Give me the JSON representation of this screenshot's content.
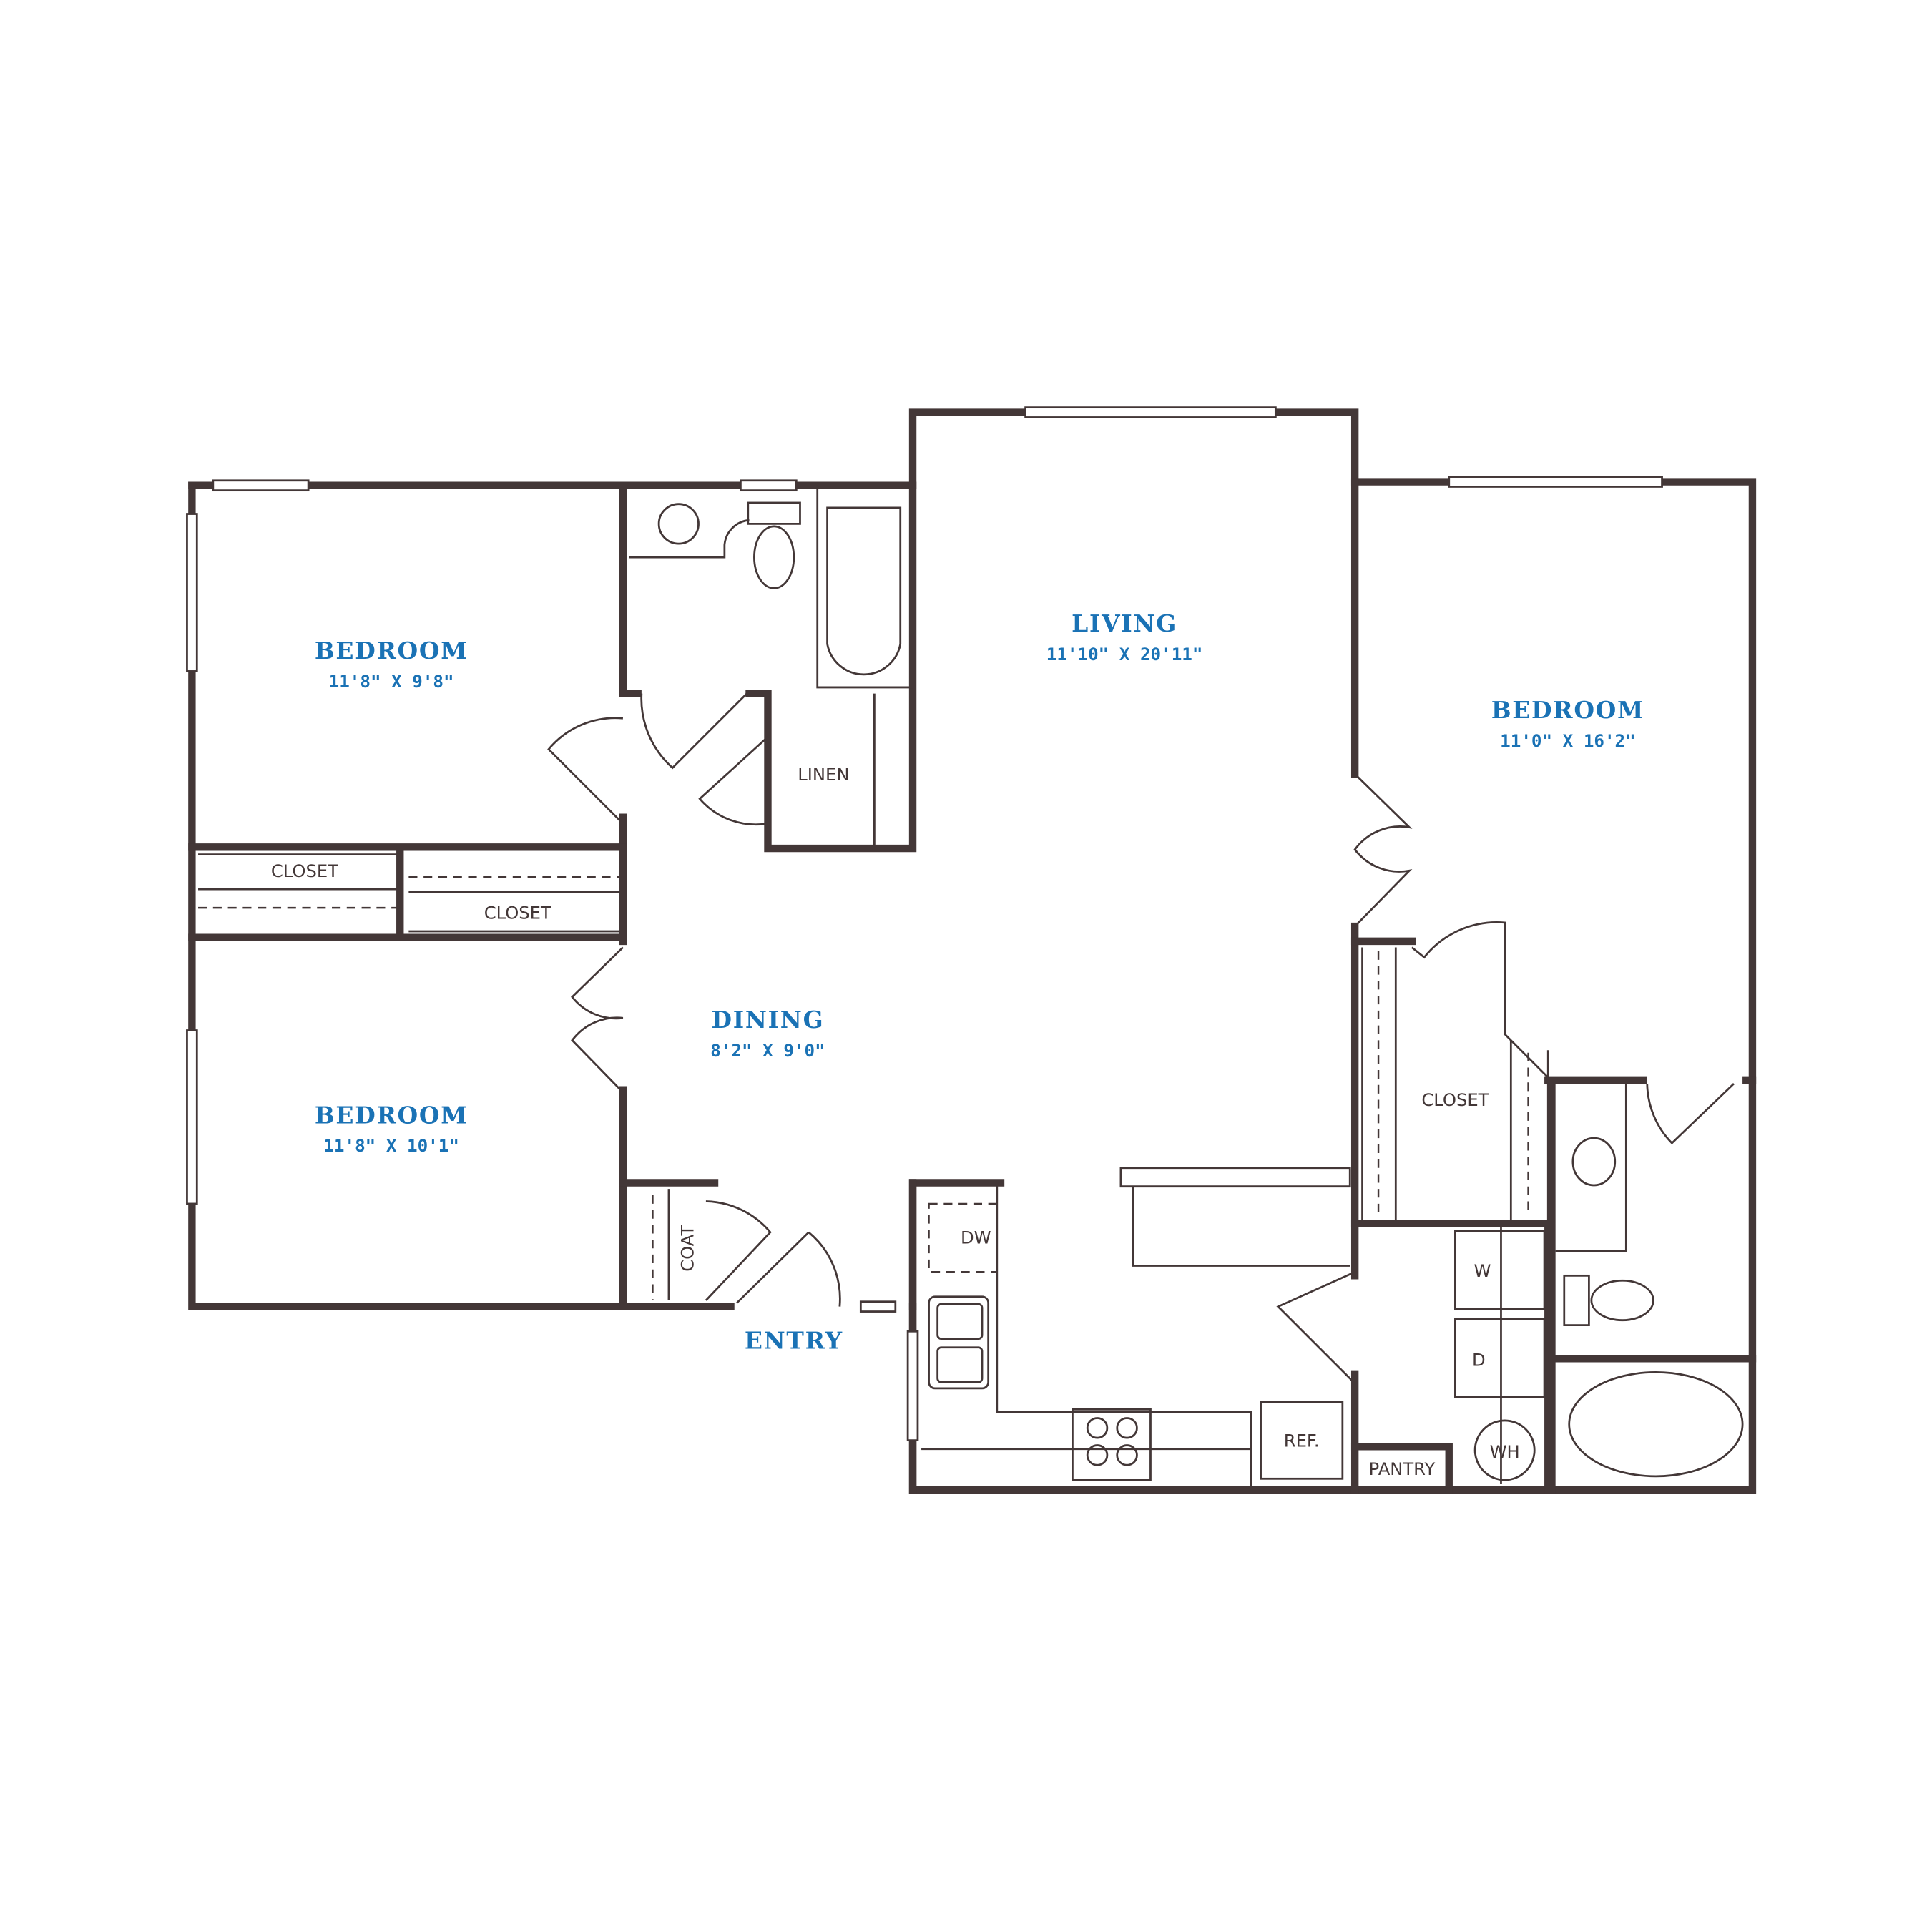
{
  "colors": {
    "wall": "#433737",
    "label": "#1a72b5",
    "background": "#ffffff"
  },
  "rooms": [
    {
      "name": "BEDROOM",
      "size": "11'8\" X 9'8\""
    },
    {
      "name": "LIVING",
      "size": "11'10\" X 20'11\""
    },
    {
      "name": "BEDROOM",
      "size": "11'0\" X 16'2\""
    },
    {
      "name": "DINING",
      "size": "8'2\" X 9'0\""
    },
    {
      "name": "BEDROOM",
      "size": "11'8\" X 10'1\""
    }
  ],
  "entry": "ENTRY",
  "fixtures": {
    "linen": "LINEN",
    "closet": "CLOSET",
    "coat": "COAT",
    "dw": "DW",
    "ref": "REF.",
    "pantry": "PANTRY",
    "washer": "W",
    "dryer": "D",
    "water_heater": "WH"
  }
}
